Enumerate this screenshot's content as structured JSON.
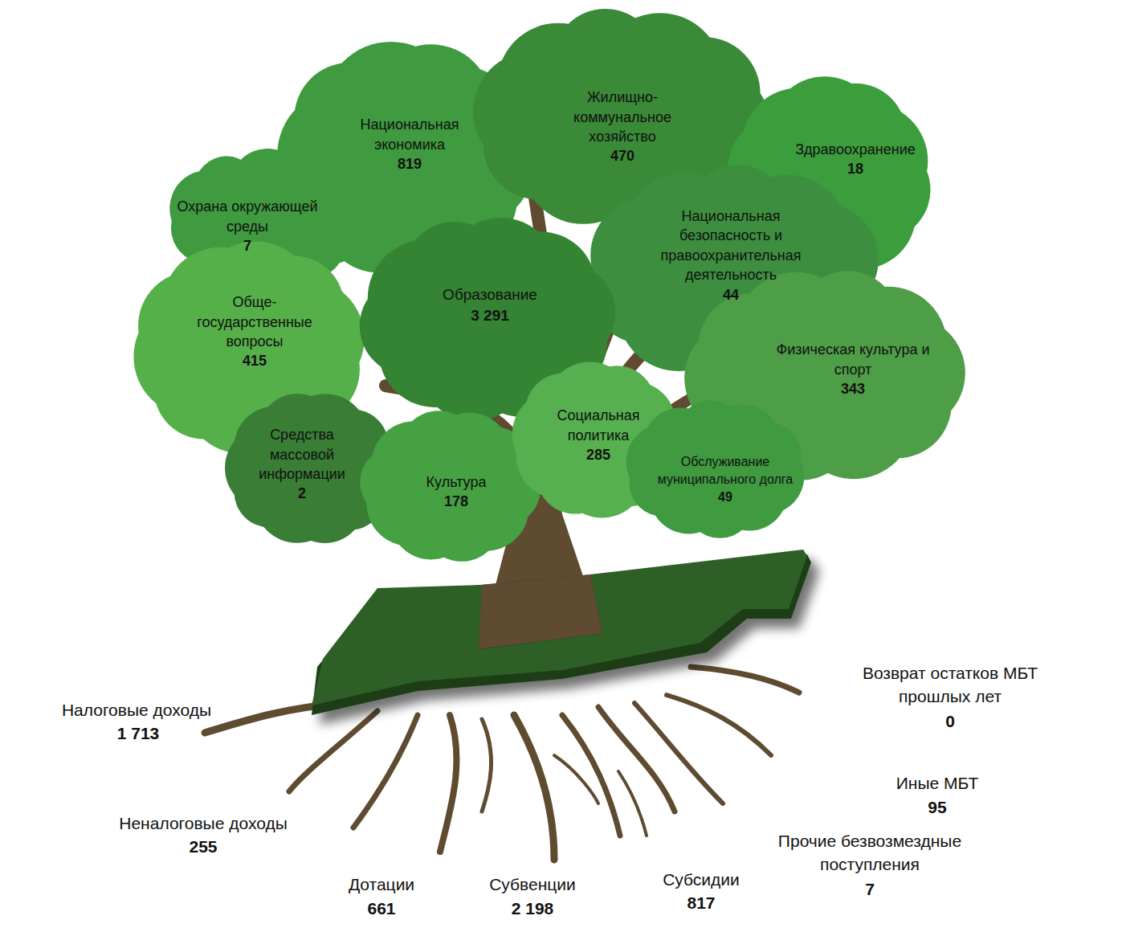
{
  "diagram": {
    "nodes": [
      {
        "text": [
          "Национальная экономика",
          "819"
        ]
      },
      {
        "text": [
          "Жилищно- коммунальное хозяйство",
          "470"
        ]
      },
      {
        "text": [
          "Здравоохранение",
          "18"
        ]
      },
      {
        "text": [
          "Охрана окружающей среды",
          "7"
        ]
      },
      {
        "text": [
          "Национальная безопасность и правоохранительная деятельность",
          "44"
        ]
      },
      {
        "text": [
          "Обще- государственные вопросы",
          "415"
        ]
      },
      {
        "text": [
          "Образование",
          "3 291"
        ]
      },
      {
        "text": [
          "Физическая культура и спорт",
          "343"
        ]
      },
      {
        "text": [
          "Средства массовой информации",
          "2"
        ]
      },
      {
        "text": [
          "Культура",
          "178"
        ]
      },
      {
        "text": [
          "Социальная политика",
          "285"
        ]
      },
      {
        "text": [
          "Обслуживание муниципального долга",
          "49"
        ]
      }
    ],
    "edges": [],
    "labels": [
      "Налоговые доходы",
      "1 713",
      "Неналоговые доходы",
      "255",
      "Дотации",
      "661",
      "Субвенции",
      "2 198",
      "Субсидии",
      "817",
      "Возврат остатков МБТ прошлых лет",
      "0",
      "Иные МБТ",
      "95",
      "Прочие безвозмездные поступления",
      "7"
    ]
  }
}
